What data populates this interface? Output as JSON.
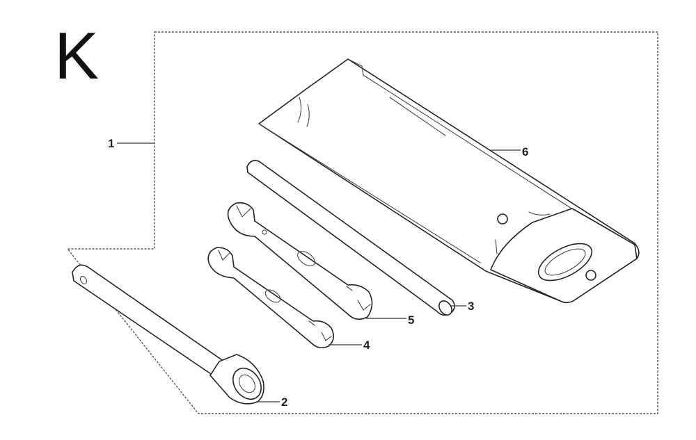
{
  "section_label": "K",
  "callouts": [
    {
      "id": "1",
      "label": "1"
    },
    {
      "id": "2",
      "label": "2"
    },
    {
      "id": "3",
      "label": "3"
    },
    {
      "id": "4",
      "label": "4"
    },
    {
      "id": "5",
      "label": "5"
    },
    {
      "id": "6",
      "label": "6"
    }
  ],
  "colors": {
    "line": "#222222",
    "background": "#ffffff"
  }
}
